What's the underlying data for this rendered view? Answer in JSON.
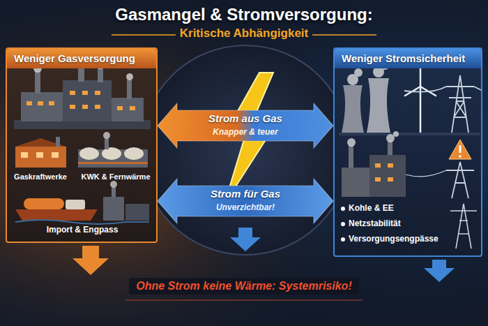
{
  "diagram": {
    "title": "Gasmangel & Stromversorgung:",
    "caption": "Ohne Strom keine Wärme: Systemrisiko!",
    "nodes": [
      {
        "text": [
          "Weniger Gasversorgung"
        ]
      },
      {
        "text": [
          "Weniger Stromsicherheit"
        ]
      }
    ],
    "edges": [
      {
        "from": 0,
        "to": 1,
        "label": "Strom aus Gas",
        "arrow": "both"
      },
      {
        "from": 0,
        "to": 1,
        "label": "Strom für Gas",
        "arrow": "both"
      }
    ],
    "labels": [
      "Kritische Abhängigkeit",
      "Knapper & teuer",
      "Unverzichtbar!",
      "Gaskraftwerke",
      "KWK & Fernwärme",
      "Import & Engpass",
      "Kohle & EE",
      "Netzstabilität",
      "Versorgungsengpässe"
    ]
  }
}
